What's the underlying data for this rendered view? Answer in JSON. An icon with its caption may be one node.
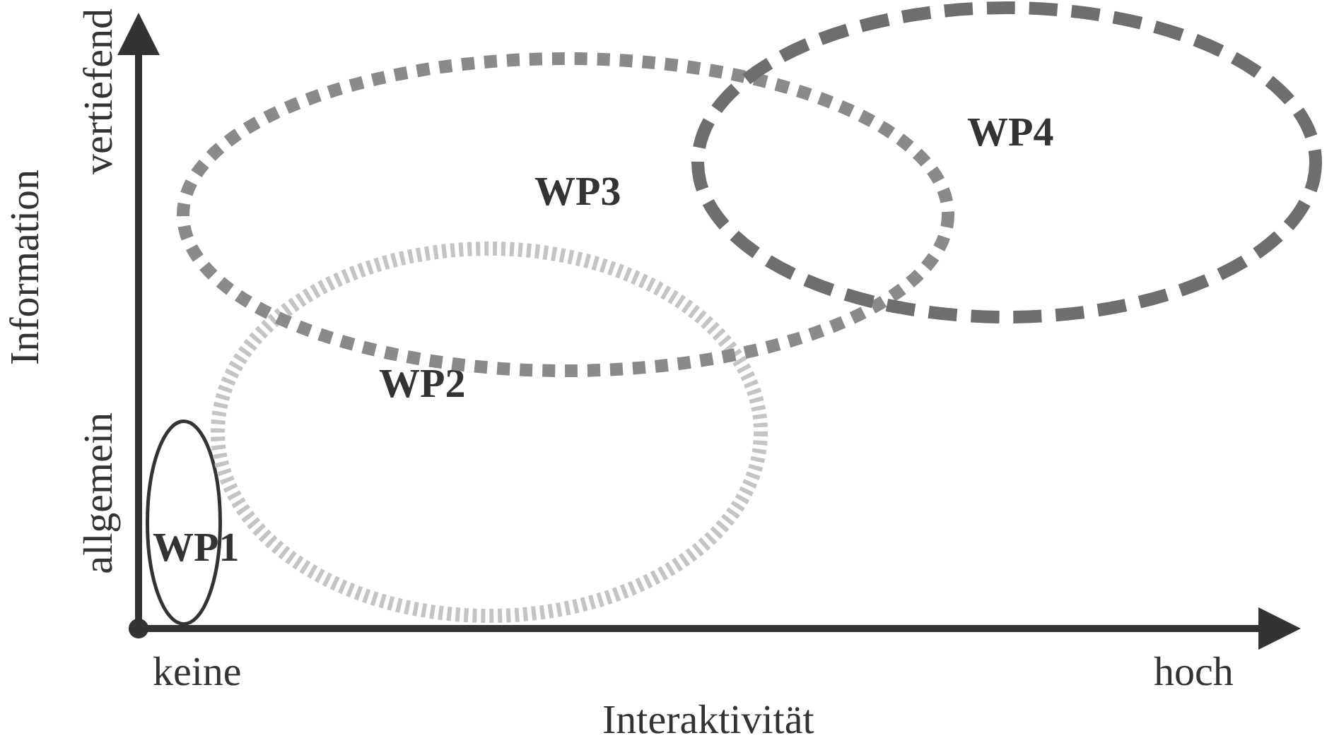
{
  "diagram": {
    "nodes": [
      {
        "text": [
          "WP1"
        ]
      },
      {
        "text": [
          "WP2"
        ]
      },
      {
        "text": [
          "WP3"
        ]
      },
      {
        "text": [
          "WP4"
        ]
      }
    ],
    "labels": [
      "vertiefend",
      "Information",
      "allgemein",
      "keine",
      "hoch",
      "Interaktivität"
    ]
  }
}
